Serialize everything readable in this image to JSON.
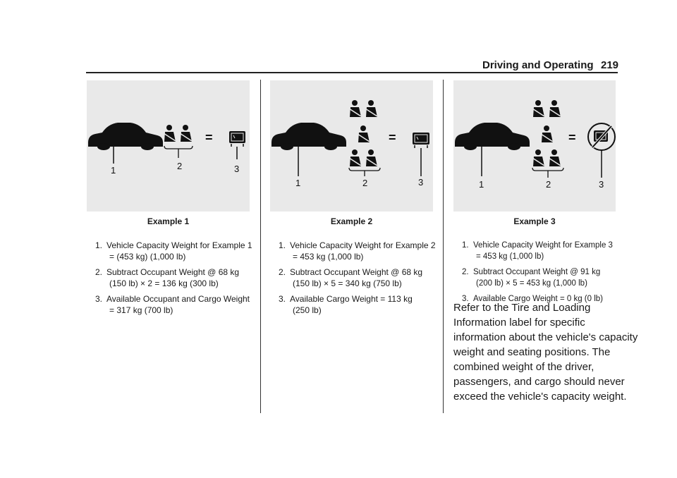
{
  "header": {
    "section": "Driving and Operating",
    "page": "219"
  },
  "examples": [
    {
      "figure_labels": [
        "1",
        "2",
        "3"
      ],
      "operators": [
        "–",
        "="
      ],
      "caption": "Example 1",
      "steps": [
        {
          "num": "1.",
          "line1": "Vehicle Capacity Weight for Example 1",
          "line2": "= (453 kg) (1,000 lb)"
        },
        {
          "num": "2.",
          "line1": "Subtract Occupant Weight @ 68 kg",
          "line2": "(150 lb) × 2 = 136 kg (300 lb)"
        },
        {
          "num": "3.",
          "line1": "Available Occupant and Cargo Weight",
          "line2": "= 317 kg (700 lb)"
        }
      ]
    },
    {
      "figure_labels": [
        "1",
        "2",
        "3"
      ],
      "operators": [
        "–",
        "="
      ],
      "caption": "Example 2",
      "steps": [
        {
          "num": "1.",
          "line1": "Vehicle Capacity Weight for Example 2",
          "line2": "= 453 kg (1,000 lb)"
        },
        {
          "num": "2.",
          "line1": "Subtract Occupant Weight @ 68 kg",
          "line2": "(150 lb) × 5 = 340 kg (750 lb)"
        },
        {
          "num": "3.",
          "line1": "Available Cargo Weight = 113 kg",
          "line2": "(250 lb)"
        }
      ]
    },
    {
      "figure_labels": [
        "1",
        "2",
        "3"
      ],
      "operators": [
        "–",
        "="
      ],
      "caption": "Example 3",
      "steps": [
        {
          "num": "1.",
          "line1": "Vehicle Capacity Weight for Example 3",
          "line2": "= 453 kg (1,000 lb)"
        },
        {
          "num": "2.",
          "line1": "Subtract Occupant Weight @ 91 kg",
          "line2": "(200 lb) × 5 = 453 kg (1,000 lb)"
        },
        {
          "num": "3.",
          "line1": "Available Cargo Weight = 0 kg (0 lb)",
          "line2": ""
        }
      ]
    }
  ],
  "paragraph": [
    "Refer to the Tire and Loading",
    "Information label for specific",
    "information about the vehicle's capacity",
    "weight and seating positions. The",
    "combined weight of the driver,",
    "passengers, and cargo should never",
    "exceed the vehicle's capacity weight."
  ]
}
